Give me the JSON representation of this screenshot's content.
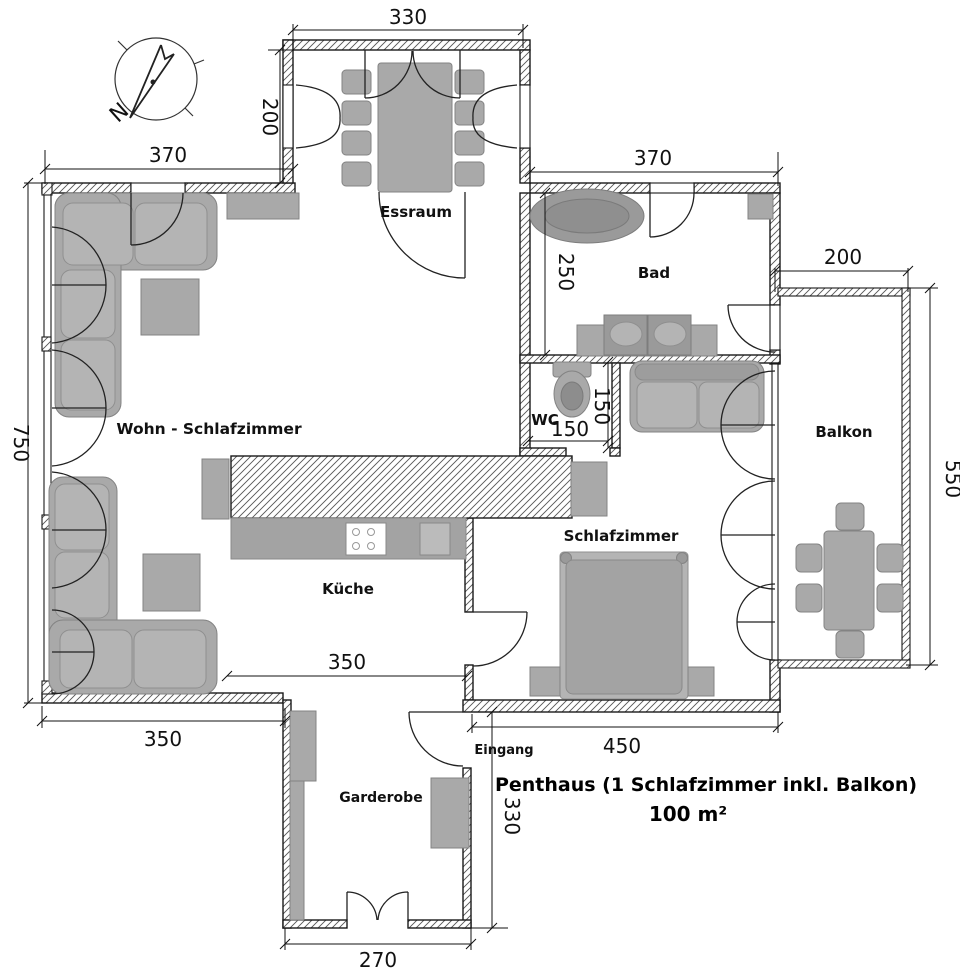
{
  "title": {
    "line1": "Penthaus (1 Schlafzimmer inkl. Balkon)",
    "line2": "100 m²"
  },
  "rooms": {
    "essraum": "Essraum",
    "bad": "Bad",
    "wc": "WC",
    "wohn_schlafzimmer": "Wohn - Schlafzimmer",
    "balkon": "Balkon",
    "kueche": "Küche",
    "schlafzimmer": "Schlafzimmer",
    "eingang": "Eingang",
    "garderobe": "Garderobe"
  },
  "dims": {
    "essraum_width": "330",
    "essraum_depth": "200",
    "living_top_width": "370",
    "bad_width": "370",
    "balkon_width": "200",
    "left_height": "750",
    "balkon_height": "550",
    "bad_depth": "250",
    "wc_width": "150",
    "wc_depth": "150",
    "kueche_width": "350",
    "living_bottom_width": "350",
    "schlafzimmer_width": "450",
    "garderobe_depth": "330",
    "garderobe_width": "270"
  },
  "compass": {
    "north_label": "N"
  },
  "colors": {
    "wall_line": "#1a1a1a",
    "furniture_gray": "#a9a9a9",
    "text": "#111111",
    "background": "#ffffff"
  }
}
